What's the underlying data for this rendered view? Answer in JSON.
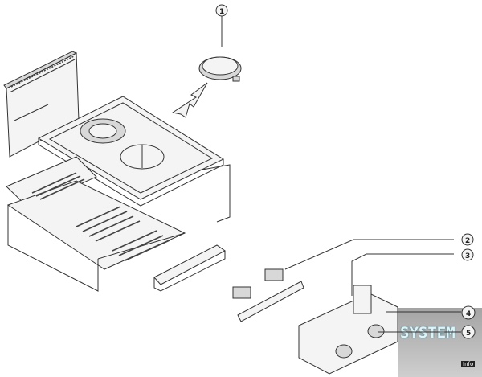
{
  "diagram": {
    "callouts": [
      "1",
      "2",
      "3",
      "4",
      "5"
    ],
    "watermark": {
      "text": "SYSTEM",
      "sub": "Info"
    }
  }
}
